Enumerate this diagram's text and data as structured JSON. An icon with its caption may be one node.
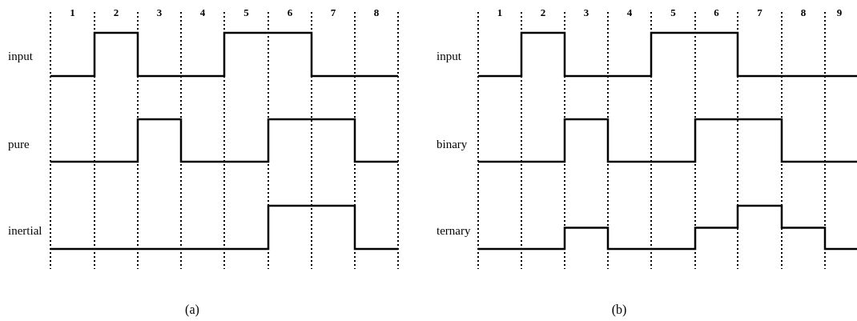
{
  "diagram": {
    "labels": [
      "1",
      "2",
      "3",
      "4",
      "5",
      "6",
      "7",
      "8",
      "input",
      "pure",
      "inertial",
      "(a)",
      "1",
      "2",
      "3",
      "4",
      "5",
      "6",
      "7",
      "8",
      "9",
      "input",
      "binary",
      "ternary",
      "(b)"
    ]
  }
}
